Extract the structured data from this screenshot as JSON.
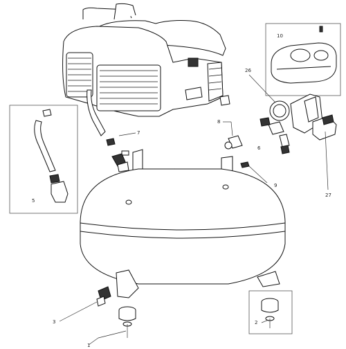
{
  "callouts": [
    {
      "id": "1",
      "label": "1"
    },
    {
      "id": "2",
      "label": "2"
    },
    {
      "id": "3",
      "label": "3"
    },
    {
      "id": "5",
      "label": "5"
    },
    {
      "id": "6",
      "label": "6"
    },
    {
      "id": "7",
      "label": "7"
    },
    {
      "id": "8",
      "label": "8"
    },
    {
      "id": "9",
      "label": "9"
    },
    {
      "id": "10",
      "label": "10"
    },
    {
      "id": "26",
      "label": "26"
    },
    {
      "id": "27",
      "label": "27"
    }
  ]
}
